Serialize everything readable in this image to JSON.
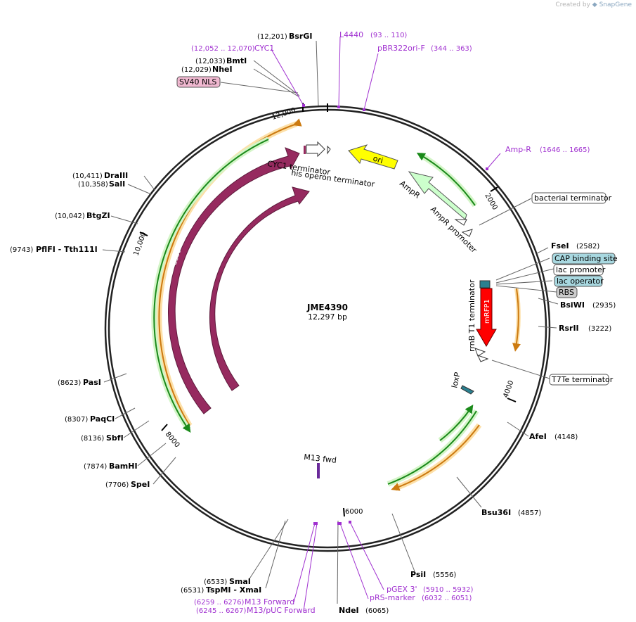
{
  "watermark": {
    "prefix": "Created by",
    "brand": "SnapGene"
  },
  "plasmid": {
    "name": "JME4390",
    "length": "12,297 bp"
  },
  "ticks": [
    "12,000",
    "2000",
    "4000",
    "6000",
    "8000",
    "10,000"
  ],
  "enzymes": [
    {
      "name": "BsrGI",
      "pos": "(12,201)"
    },
    {
      "name": "BmtI",
      "pos": "(12,033)"
    },
    {
      "name": "NheI",
      "pos": "(12,029)"
    },
    {
      "name": "DraIII",
      "pos": "(10,411)"
    },
    {
      "name": "SalI",
      "pos": "(10,358)"
    },
    {
      "name": "BtgZI",
      "pos": "(10,042)"
    },
    {
      "name": "PflFI - Tth111I",
      "pos": "(9743)"
    },
    {
      "name": "PasI",
      "pos": "(8623)"
    },
    {
      "name": "PaqCI",
      "pos": "(8307)"
    },
    {
      "name": "SbfI",
      "pos": "(8136)"
    },
    {
      "name": "BamHI",
      "pos": "(7874)"
    },
    {
      "name": "SpeI",
      "pos": "(7706)"
    },
    {
      "name": "SmaI",
      "pos": "(6533)"
    },
    {
      "name": "TspMI - XmaI",
      "pos": "(6531)"
    },
    {
      "name": "NdeI",
      "pos": "(6065)"
    },
    {
      "name": "PsiI",
      "pos": "(5556)"
    },
    {
      "name": "Bsu36I",
      "pos": "(4857)"
    },
    {
      "name": "AfeI",
      "pos": "(4148)"
    },
    {
      "name": "RsrII",
      "pos": "(3222)"
    },
    {
      "name": "BsiWI",
      "pos": "(2935)"
    },
    {
      "name": "FseI",
      "pos": "(2582)"
    }
  ],
  "primers": [
    {
      "name": "CYC1",
      "pos": "(12,052 .. 12,070)"
    },
    {
      "name": "L4440",
      "pos": "(93 .. 110)"
    },
    {
      "name": "pBR322ori-F",
      "pos": "(344 .. 363)"
    },
    {
      "name": "Amp-R",
      "pos": "(1646 .. 1665)"
    },
    {
      "name": "M13 Forward",
      "pos": "(6259 .. 6276)"
    },
    {
      "name": "M13/pUC Forward",
      "pos": "(6245 .. 6267)"
    },
    {
      "name": "pGEX 3'",
      "pos": "(5910 .. 5932)"
    },
    {
      "name": "pRS-marker",
      "pos": "(6032 .. 6051)"
    }
  ],
  "boxed_labels": {
    "sv40": "SV40 NLS",
    "bact_term": "bacterial terminator",
    "cap": "CAP binding site",
    "lac_prom": "lac promoter",
    "lac_op": "lac operator",
    "rbs": "RBS",
    "t7te": "T7Te terminator"
  },
  "features": {
    "cyc1_term": "CYC1 terminator",
    "his_term": "his operon terminator",
    "ori": "ori",
    "ampr": "AmpR",
    "ampr_prom": "AmpR promoter",
    "rrnb": "rrnB T1 terminator",
    "mrfp1": "mRFP1",
    "loxp": "loxP",
    "m13fwd": "M13 fwd",
    "cas9_outer": "Cas9",
    "cas9_inner": "Cas9"
  },
  "colors": {
    "cas9": "#962a5f",
    "ori": "#ffff00",
    "ampr": "#ccffcc",
    "mrfp1": "#ff0000",
    "primer": "#a030d0",
    "orf_green": "#1a8a1a",
    "orf_orange": "#cc7a10",
    "cap_box": "#a8d8e0",
    "lac_op_box": "#a8d8e0",
    "rbs_box": "#cccccc",
    "sv40_box": "#f0b8d0"
  }
}
